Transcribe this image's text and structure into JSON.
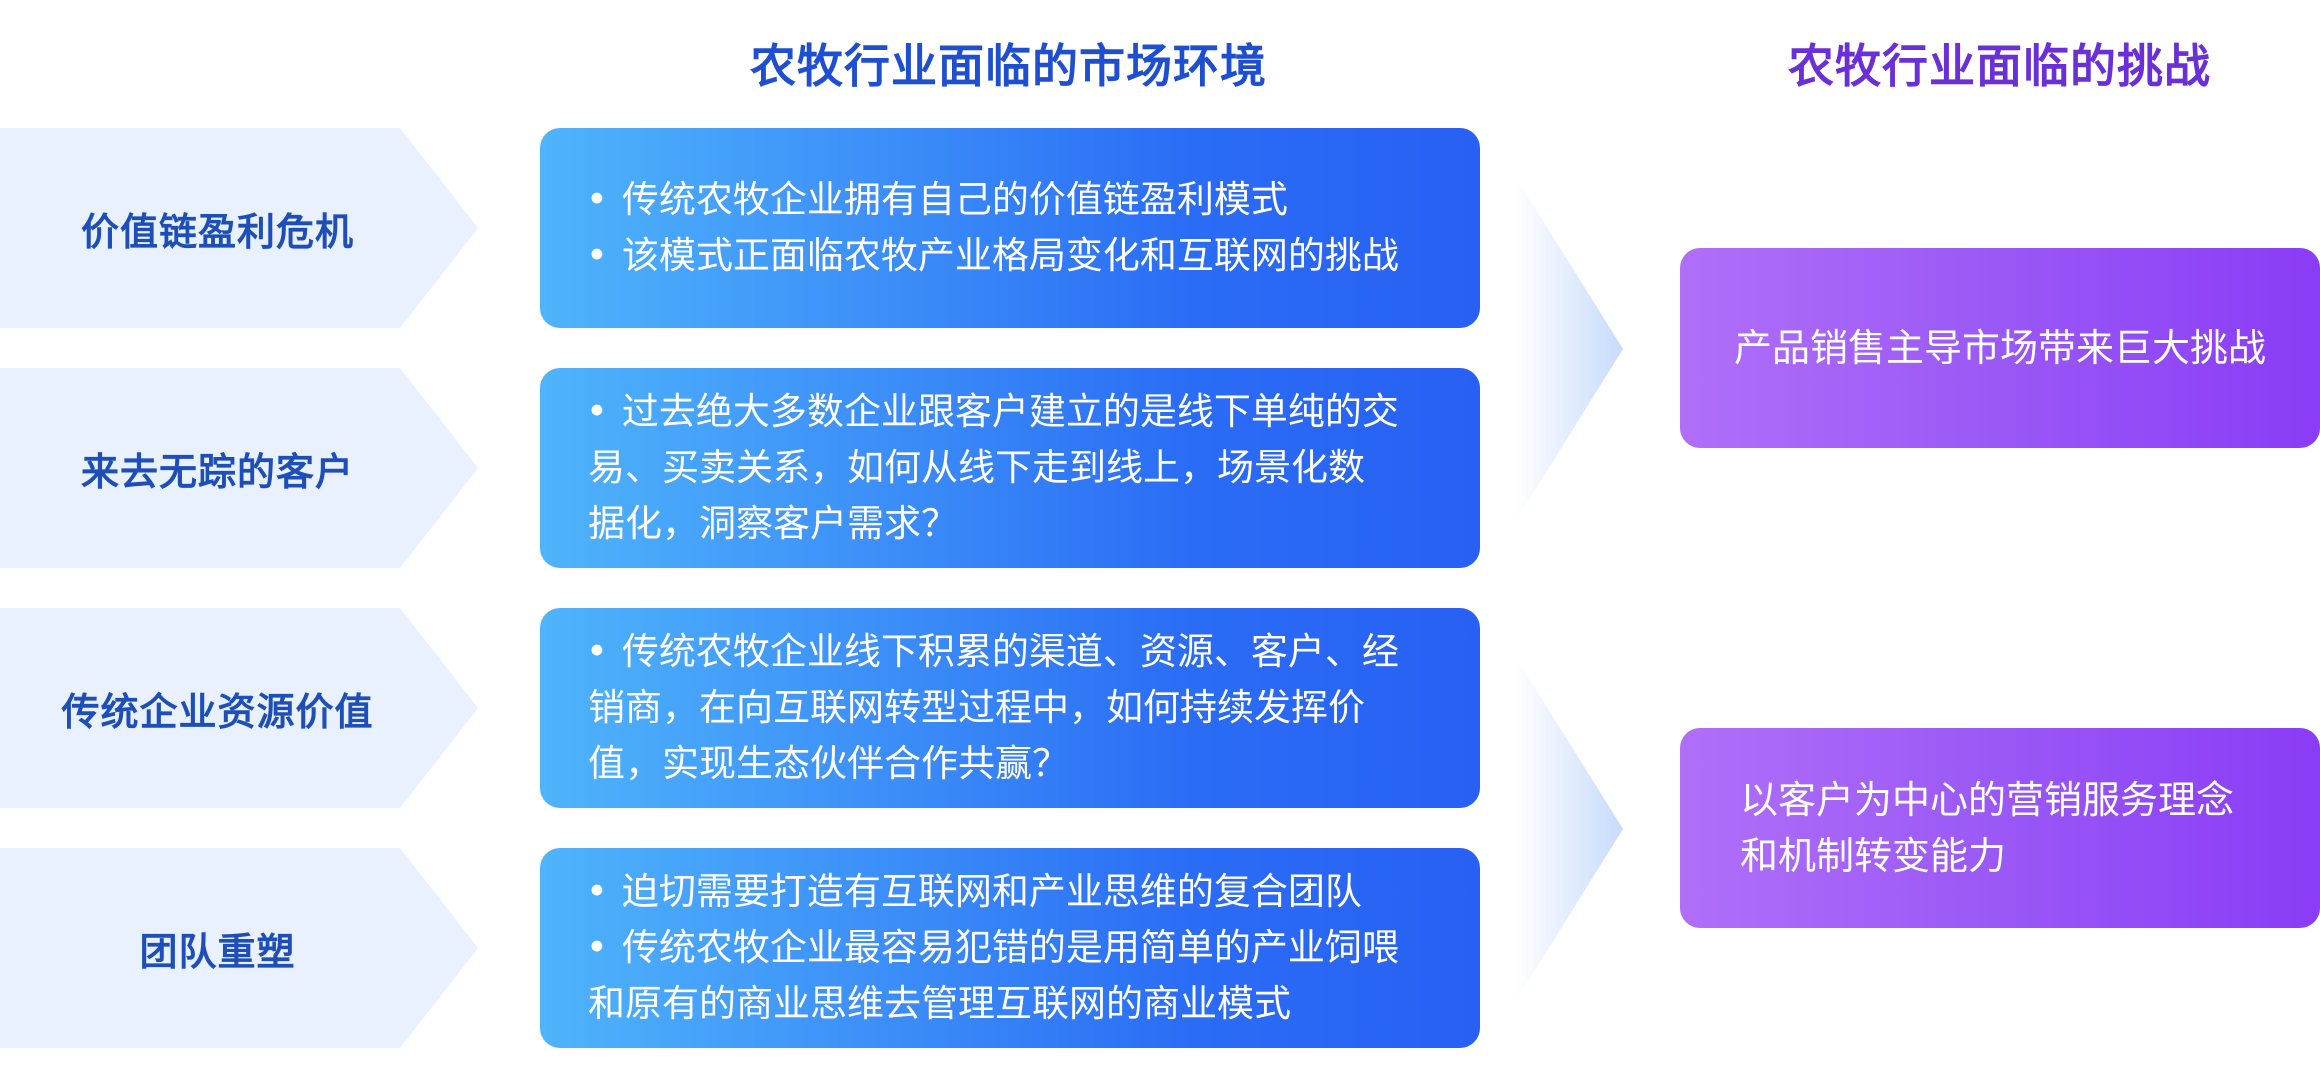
{
  "headings": {
    "market": "农牧行业面临的市场环境",
    "challenges": "农牧行业面临的挑战"
  },
  "categories": [
    "价值链盈利危机",
    "来去无踪的客户",
    "传统企业资源价值",
    "团队重塑"
  ],
  "details": [
    [
      "传统农牧企业拥有自己的价值链盈利模式",
      "该模式正面临农牧产业格局变化和互联网的挑战"
    ],
    [
      "过去绝大多数企业跟客户建立的是线下单纯的交",
      "易、买卖关系，如何从线下走到线上，场景化数",
      "据化，洞察客户需求？"
    ],
    [
      "传统农牧企业线下积累的渠道、资源、客户、经",
      "销商，在向互联网转型过程中，如何持续发挥价",
      "值，实现生态伙伴合作共赢？"
    ],
    [
      "迫切需要打造有互联网和产业思维的复合团队",
      "传统农牧企业最容易犯错的是用简单的产业饲喂",
      "和原有的商业思维去管理互联网的商业模式"
    ]
  ],
  "challenges": [
    [
      "产品销售主导市场带来巨大挑战"
    ],
    [
      "以客户为中心的营销服务理念",
      "和机制转变能力"
    ]
  ],
  "colors": {
    "heading_market": "#1f4fd1",
    "heading_challenge": "#6a2fd6",
    "category_bg": "#e8f1fd",
    "category_text": "#1e4fb8",
    "detail_gradient_start": "#4fb4fb",
    "detail_gradient_end": "#2860f4",
    "challenge_gradient_start": "#b06ff8",
    "challenge_gradient_end": "#8a3cf6"
  }
}
